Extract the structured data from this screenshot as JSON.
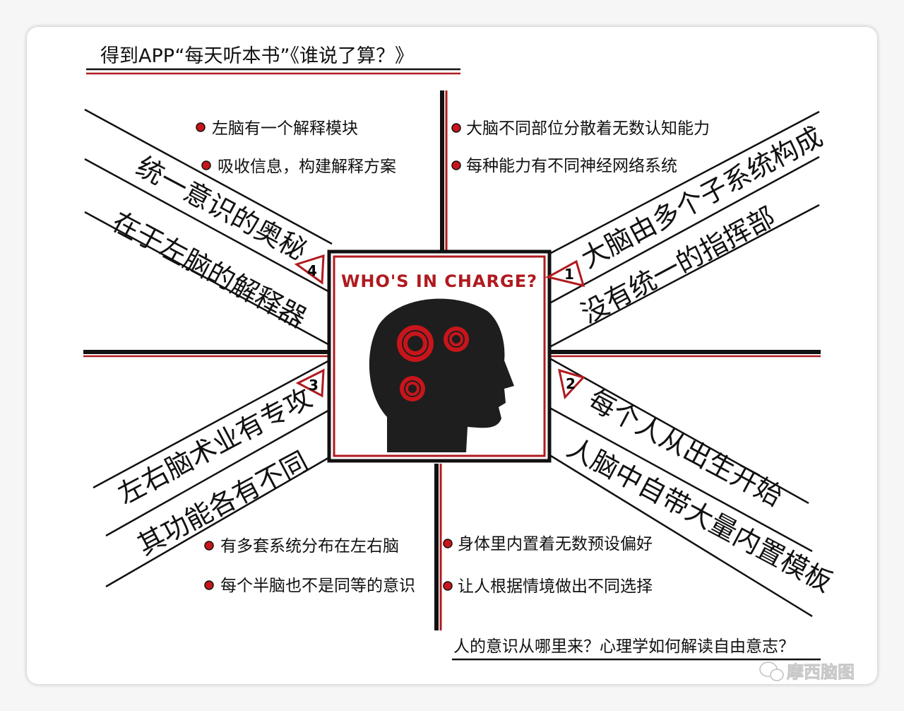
{
  "colors": {
    "accent_red": "#b01a1f",
    "ink": "#111111",
    "paper": "#ffffff",
    "head": "#1e1e1e"
  },
  "title": "得到APP“每天听本书”《谁说了算？》",
  "center": {
    "label": "WHO'S IN CHARGE?",
    "icon": "head-with-gears-icon"
  },
  "branches": [
    {
      "number": "1",
      "lines": [
        "大脑由多个子系统构成",
        "没有统一的指挥部"
      ],
      "bullets": [
        "大脑不同部位分散着无数认知能力",
        "每种能力有不同神经网络系统"
      ]
    },
    {
      "number": "2",
      "lines": [
        "每个人从出生开始",
        "人脑中自带大量内置模板"
      ],
      "bullets": [
        "身体里内置着无数预设偏好",
        "让人根据情境做出不同选择"
      ]
    },
    {
      "number": "3",
      "lines": [
        "左右脑术业有专攻",
        "其功能各有不同"
      ],
      "bullets": [
        "有多套系统分布在左右脑",
        "每个半脑也不是同等的意识"
      ]
    },
    {
      "number": "4",
      "lines": [
        "统一意识的奥秘",
        "在于左脑的解释器"
      ],
      "bullets": [
        "左脑有一个解释模块",
        "吸收信息，构建解释方案"
      ]
    }
  ],
  "bottom_caption": "人的意识从哪里来？心理学如何解读自由意志？",
  "watermark": "摩西脑图"
}
